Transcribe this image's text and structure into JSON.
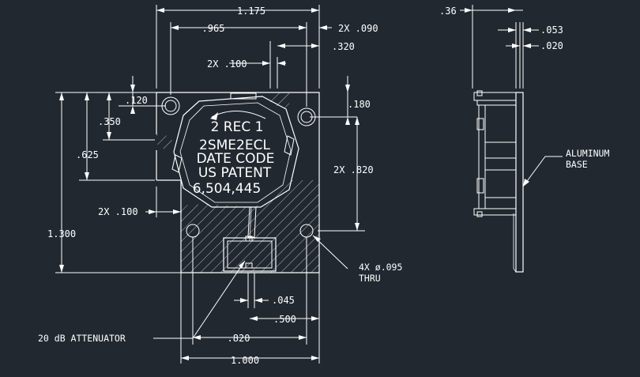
{
  "dimensions": {
    "overall_width_top": "1.175",
    "hole_spacing_top": ".965",
    "pin_offset": "2X .090",
    "pin_spacing": ".320",
    "pin_pitch_top": "2X .100",
    "inset_120": ".120",
    "inset_180": ".180",
    "dim_350": ".350",
    "dim_625": ".625",
    "height_820": "2X .820",
    "pin_pitch_left": "2X .100",
    "height_1300": "1.300",
    "dim_045": ".045",
    "dim_500": ".500",
    "width_820": ".820",
    "width_1000": "1.000",
    "side_depth": ".36",
    "side_053": ".053",
    "side_020": ".020"
  },
  "device_text": {
    "line1": "2  REC  1",
    "line2": "2SME2ECL",
    "line3": "DATE CODE",
    "line4": "US PATENT",
    "line5": "6,504,445"
  },
  "callouts": {
    "holes": "4X ø.095",
    "holes_thru": "THRU",
    "attenuator": "20 dB ATTENUATOR",
    "aluminum": "ALUMINUM",
    "base": "BASE"
  }
}
